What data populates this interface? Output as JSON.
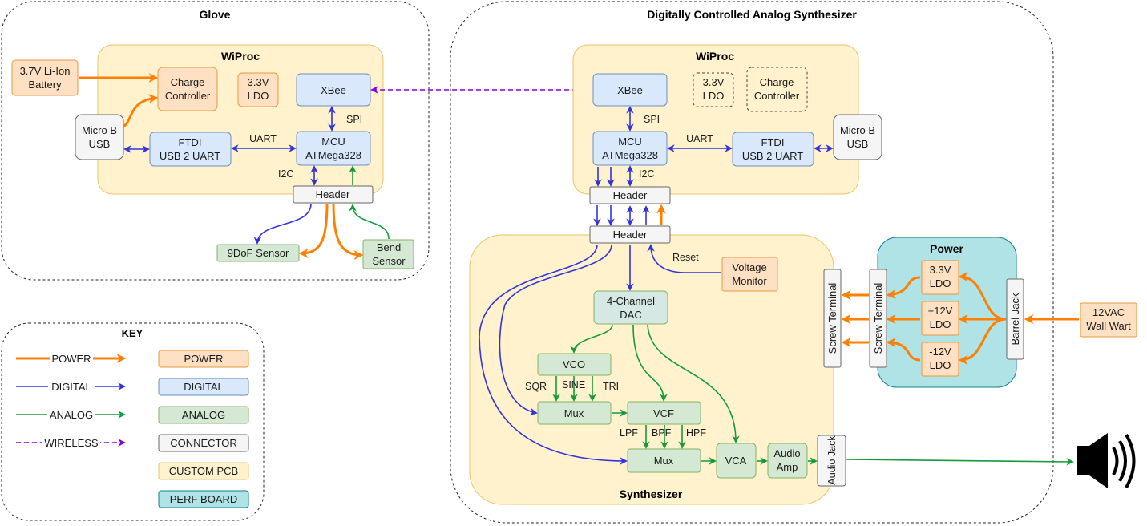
{
  "frames": {
    "glove": "Glove",
    "synth": "Digitally Controlled Analog Synthesizer"
  },
  "glove": {
    "wiproc_title": "WiProc",
    "battery": [
      "3.7V Li-Ion",
      "Battery"
    ],
    "charge_controller": [
      "Charge",
      "Controller"
    ],
    "ldo": [
      "3.3V",
      "LDO"
    ],
    "xbee": "XBee",
    "micro_usb": [
      "Micro B",
      "USB"
    ],
    "ftdi": [
      "FTDI",
      "USB 2 UART"
    ],
    "mcu": [
      "MCU",
      "ATMega328"
    ],
    "header": "Header",
    "sensor_9dof": "9DoF Sensor",
    "bend_sensor": [
      "Bend",
      "Sensor"
    ],
    "labels": {
      "spi": "SPI",
      "uart": "UART",
      "i2c": "I2C"
    }
  },
  "synth": {
    "wiproc_title": "WiProc",
    "xbee": "XBee",
    "ldo": [
      "3.3V",
      "LDO"
    ],
    "charge_controller": [
      "Charge",
      "Controller"
    ],
    "mcu": [
      "MCU",
      "ATMega328"
    ],
    "ftdi": [
      "FTDI",
      "USB 2 UART"
    ],
    "micro_usb": [
      "Micro B",
      "USB"
    ],
    "header_top": "Header",
    "header_bottom": "Header",
    "labels": {
      "spi": "SPI",
      "uart": "UART",
      "i2c": "I2C",
      "reset": "Reset"
    },
    "synth_title": "Synthesizer",
    "voltage_monitor": [
      "Voltage",
      "Monitor"
    ],
    "dac": [
      "4-Channel",
      "DAC"
    ],
    "vco": "VCO",
    "vco_outputs": [
      "SQR",
      "SINE",
      "TRI"
    ],
    "mux1": "Mux",
    "vcf": "VCF",
    "vcf_outputs": [
      "LPF",
      "BPF",
      "HPF"
    ],
    "mux2": "Mux",
    "vca": "VCA",
    "audio_amp": [
      "Audio",
      "Amp"
    ],
    "audio_jack": "Audio Jack"
  },
  "power": {
    "title": "Power",
    "screw_terminal": "Screw Terminal",
    "ldo_33": [
      "3.3V",
      "LDO"
    ],
    "ldo_p12": [
      "+12V",
      "LDO"
    ],
    "ldo_m12": [
      "-12V",
      "LDO"
    ],
    "barrel_jack": "Barrel Jack",
    "wall_wart": [
      "12VAC",
      "Wall Wart"
    ]
  },
  "key": {
    "title": "KEY",
    "lines": [
      "POWER",
      "DIGITAL",
      "ANALOG",
      "WIRELESS"
    ],
    "boxes": [
      "POWER",
      "DIGITAL",
      "ANALOG",
      "CONNECTOR",
      "CUSTOM PCB",
      "PERF BOARD"
    ]
  },
  "colors": {
    "power_line": "#ff8000",
    "digital_line": "#3333dd",
    "analog_line": "#159b3b",
    "wireless_line": "#8800dd",
    "power_box": "#ffe0c2",
    "digital_box": "#dae8fc",
    "analog_box": "#d5e8d4",
    "connector_box": "#f5f5f5",
    "custom_pcb": "#fff2cc",
    "perf_board": "#b0e3e6"
  },
  "icons": {
    "speaker": "speaker-icon"
  }
}
